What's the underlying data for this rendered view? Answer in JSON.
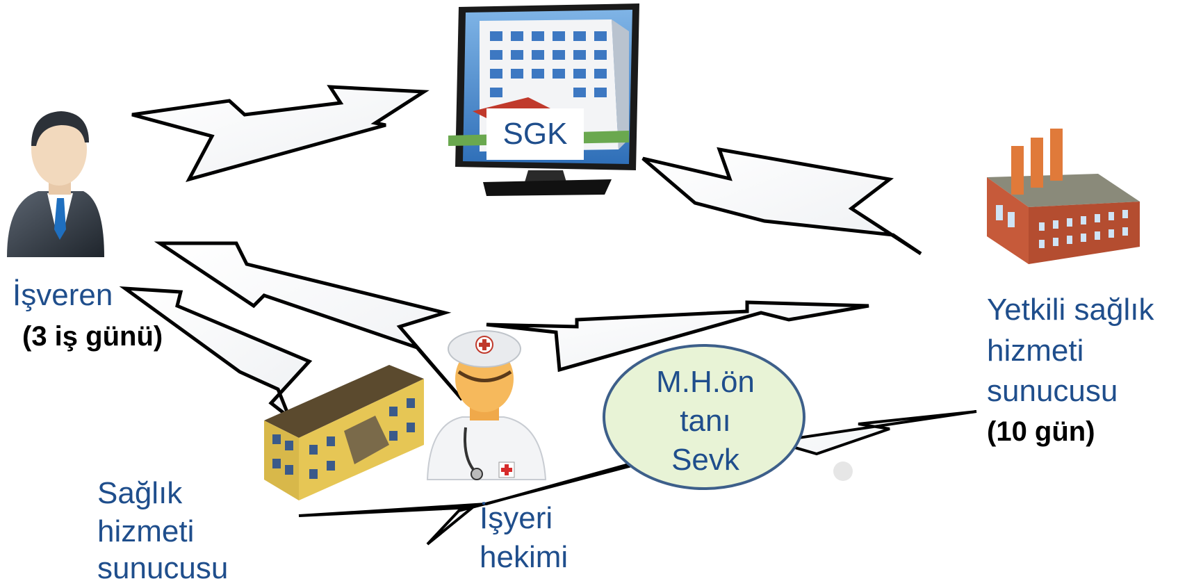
{
  "sgk": {
    "label": "SGK"
  },
  "employer": {
    "name": "İşveren",
    "deadline": "(3 iş günü)"
  },
  "authorized_provider": {
    "line1": "Yetkili sağlık",
    "line2": "hizmeti",
    "line3": "sunucusu",
    "deadline": "(10 gün)"
  },
  "health_provider": {
    "line1": "Sağlık",
    "line2": "hizmeti",
    "line3": "sunucusu"
  },
  "workplace_doctor": {
    "line1": "İşyeri",
    "line2": "hekimi"
  },
  "ellipse": {
    "line1": "M.H.ön",
    "line2": "tanı",
    "line3": "Sevk"
  },
  "colors": {
    "text": "#1f4e8c",
    "ellipse_fill": "#e8f3d6",
    "ellipse_stroke": "#3d5f8a"
  }
}
